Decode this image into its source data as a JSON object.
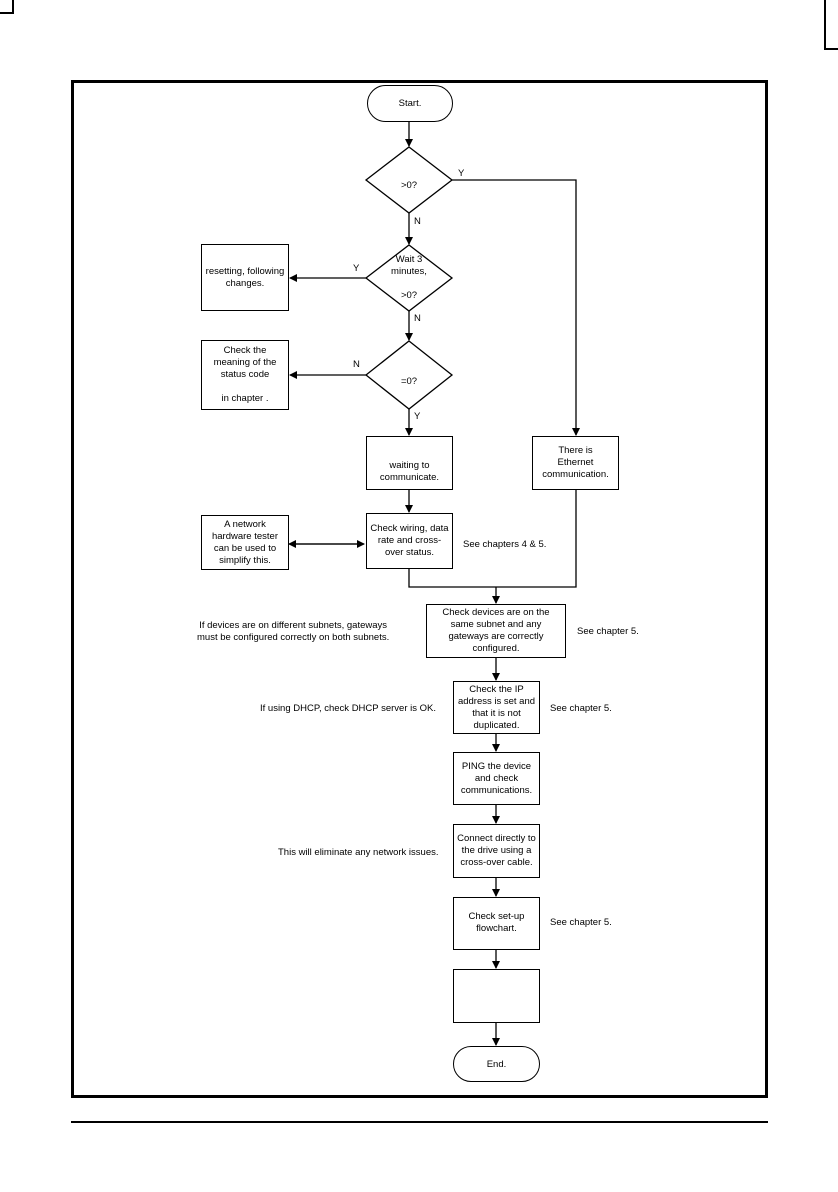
{
  "flowchart": {
    "start": "Start.",
    "end": "End.",
    "decision1": "\n>0?",
    "decision2": "Wait 3\nminutes,\n\n>0?",
    "decision3": "\n=0?",
    "reset_box": "resetting, following\nchanges.",
    "status_box": "Check the\nmeaning of the\nstatus code\n\nin chapter   .",
    "waiting_box": "waiting to\ncommunicate.",
    "ethernet_box": "There is\nEthernet\ncommunication.",
    "tester_box": "A network\nhardware tester\ncan be used to\nsimplify this.",
    "wiring_box": "Check wiring, data\nrate and cross-\nover status.",
    "subnet_box": "Check devices are on the\nsame subnet and any\ngateways are correctly\nconfigured.",
    "ip_box": "Check the IP\naddress is set and\nthat it is not\nduplicated.",
    "ping_box": "PING the device\nand check\ncommunications.",
    "connect_box": "Connect directly to\nthe drive using a\ncross-over cable.",
    "setup_box": "Check set-up\nflowchart.",
    "blank_box": "",
    "labels": {
      "d1_yes": "Y",
      "d1_no": "N",
      "d2_yes": "Y",
      "d2_no": "N",
      "d3_no": "N",
      "d3_yes": "Y"
    },
    "notes": {
      "wiring_ref": "See chapters 4 & 5.",
      "subnet_left": "If devices are on different subnets, gateways\nmust be configured correctly on both subnets.",
      "subnet_ref": "See chapter 5.",
      "dhcp_left": "If using DHCP, check DHCP server is OK.",
      "ip_ref": "See chapter 5.",
      "network_left": "This will eliminate any network issues.",
      "setup_ref": "See chapter 5."
    }
  }
}
